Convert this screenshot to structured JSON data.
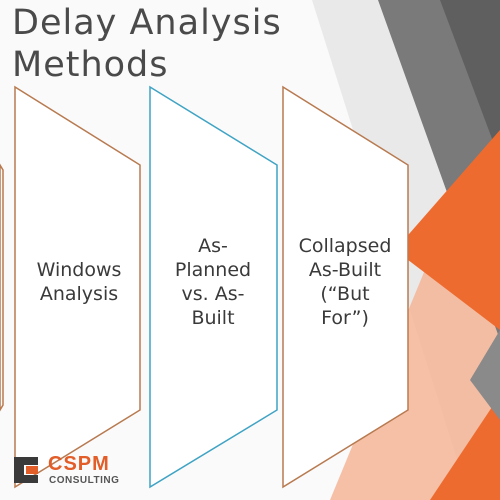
{
  "title": {
    "line1": "Delay Analysis",
    "line2": "Methods"
  },
  "panels": [
    {
      "id": "windows",
      "lines": [
        "Windows",
        "Analysis"
      ],
      "outline_color": "#b87a50"
    },
    {
      "id": "as-planned",
      "lines": [
        "As-",
        "Planned",
        "vs. As-",
        "Built"
      ],
      "outline_color": "#3fa3c4"
    },
    {
      "id": "collapsed",
      "lines": [
        "Collapsed",
        "As-Built",
        "(“But",
        "For”)"
      ],
      "outline_color": "#b87a50"
    }
  ],
  "logo": {
    "name": "CSPM",
    "sub": "CONSULTING",
    "brand_color": "#e25d27",
    "mark_color": "#3a3a3a"
  },
  "colors": {
    "title_text": "#4a4a4a",
    "panel_text": "#3a3a3a",
    "accent_orange": "#ee6b30",
    "accent_peach": "#f4b597",
    "accent_gray": "#767676"
  }
}
